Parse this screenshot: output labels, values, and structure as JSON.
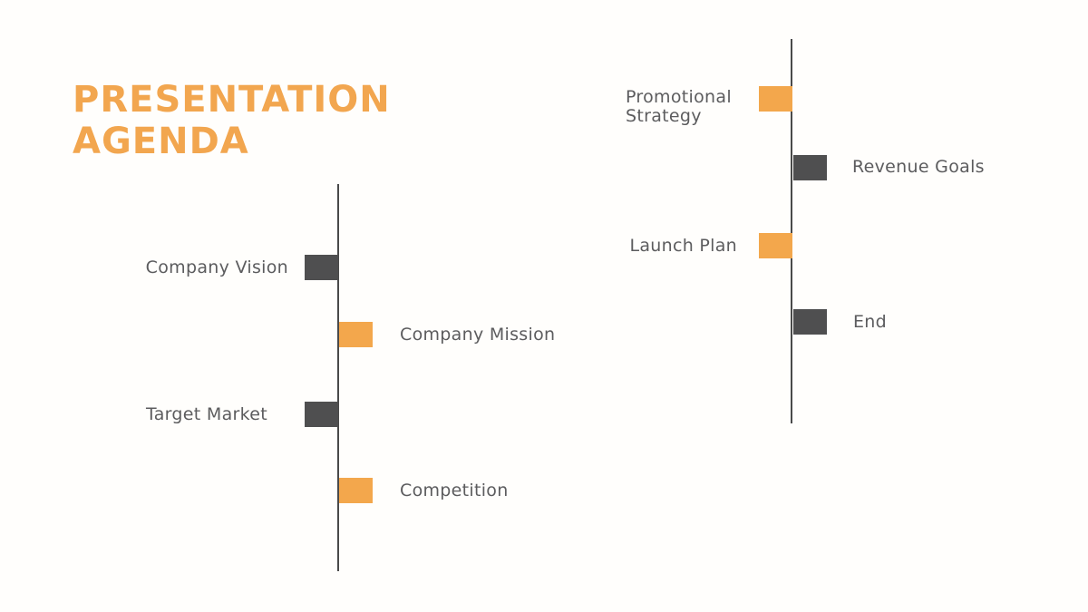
{
  "slide": {
    "title": {
      "line1": "PRESENTATION",
      "line2": "AGENDA"
    }
  },
  "colors": {
    "title_orange": "#F2A64F",
    "marker_orange": "#F3A74C",
    "marker_dark": "#4F4F50",
    "axis_line": "#4A4A4A",
    "label_text": "#5C5C5E",
    "background": "#FFFEFC"
  },
  "timelines": [
    {
      "name": "left",
      "items": [
        {
          "label": "Company Vision",
          "marker": "dark",
          "label_side": "left"
        },
        {
          "label": "Company Mission",
          "marker": "orange",
          "label_side": "right"
        },
        {
          "label": "Target Market",
          "marker": "dark",
          "label_side": "left"
        },
        {
          "label": "Competition",
          "marker": "orange",
          "label_side": "right"
        }
      ]
    },
    {
      "name": "right",
      "items": [
        {
          "label": "Promotional Strategy",
          "marker": "orange",
          "label_side": "left"
        },
        {
          "label": "Revenue Goals",
          "marker": "dark",
          "label_side": "right"
        },
        {
          "label": "Launch Plan",
          "marker": "orange",
          "label_side": "left"
        },
        {
          "label": "End",
          "marker": "dark",
          "label_side": "right"
        }
      ]
    }
  ]
}
